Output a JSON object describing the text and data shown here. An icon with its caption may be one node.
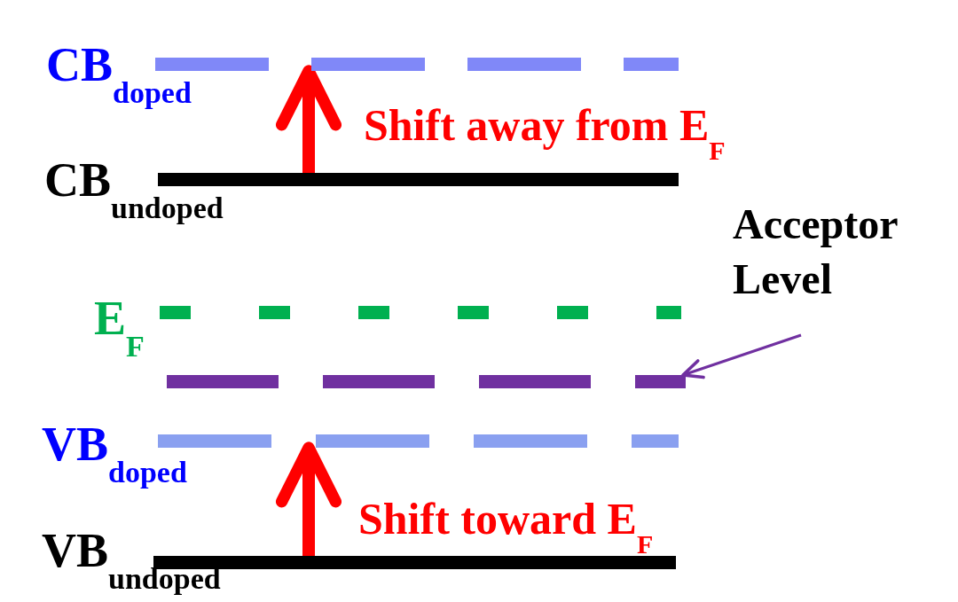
{
  "diagram": {
    "nodes": [
      {
        "text": [],
        "shape": "bar"
      },
      {
        "text": [],
        "shape": "bar"
      },
      {
        "text": [
          "Acceptor Level"
        ]
      },
      {
        "text": [],
        "shape": "bar"
      },
      {
        "text": [],
        "shape": "bar"
      },
      {
        "text": [],
        "shape": "bar"
      },
      {
        "text": [],
        "shape": "bar"
      }
    ],
    "edges": [
      {
        "from": 1,
        "to": 0,
        "arrow": "to",
        "label": "Shift away from E$_{F}$",
        "color": "#ff0000"
      },
      {
        "from": 2,
        "to": 4,
        "arrow": "to",
        "color": "#7030a0"
      },
      {
        "from": 6,
        "to": 5,
        "arrow": "to",
        "label": "Shift toward E$_{F}$",
        "color": "#ff0000"
      }
    ],
    "labels": [
      "CB$_{doped}$",
      "CB$_{undoped}$",
      "E$_{F}$",
      "VB$_{doped}$",
      "VB$_{undoped}$"
    ]
  }
}
